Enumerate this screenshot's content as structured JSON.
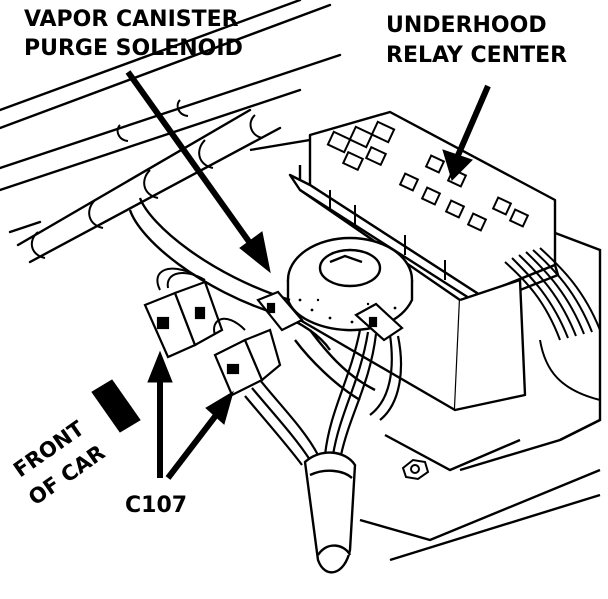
{
  "labels": {
    "vapor_line1": "VAPOR CANISTER",
    "vapor_line2": "PURGE SOLENOID",
    "relay_line1": "UNDERHOOD",
    "relay_line2": "RELAY CENTER",
    "front_line1": "FRONT",
    "front_line2": "OF CAR",
    "connector": "C107"
  },
  "colors": {
    "ink": "#000000",
    "paper": "#ffffff"
  }
}
